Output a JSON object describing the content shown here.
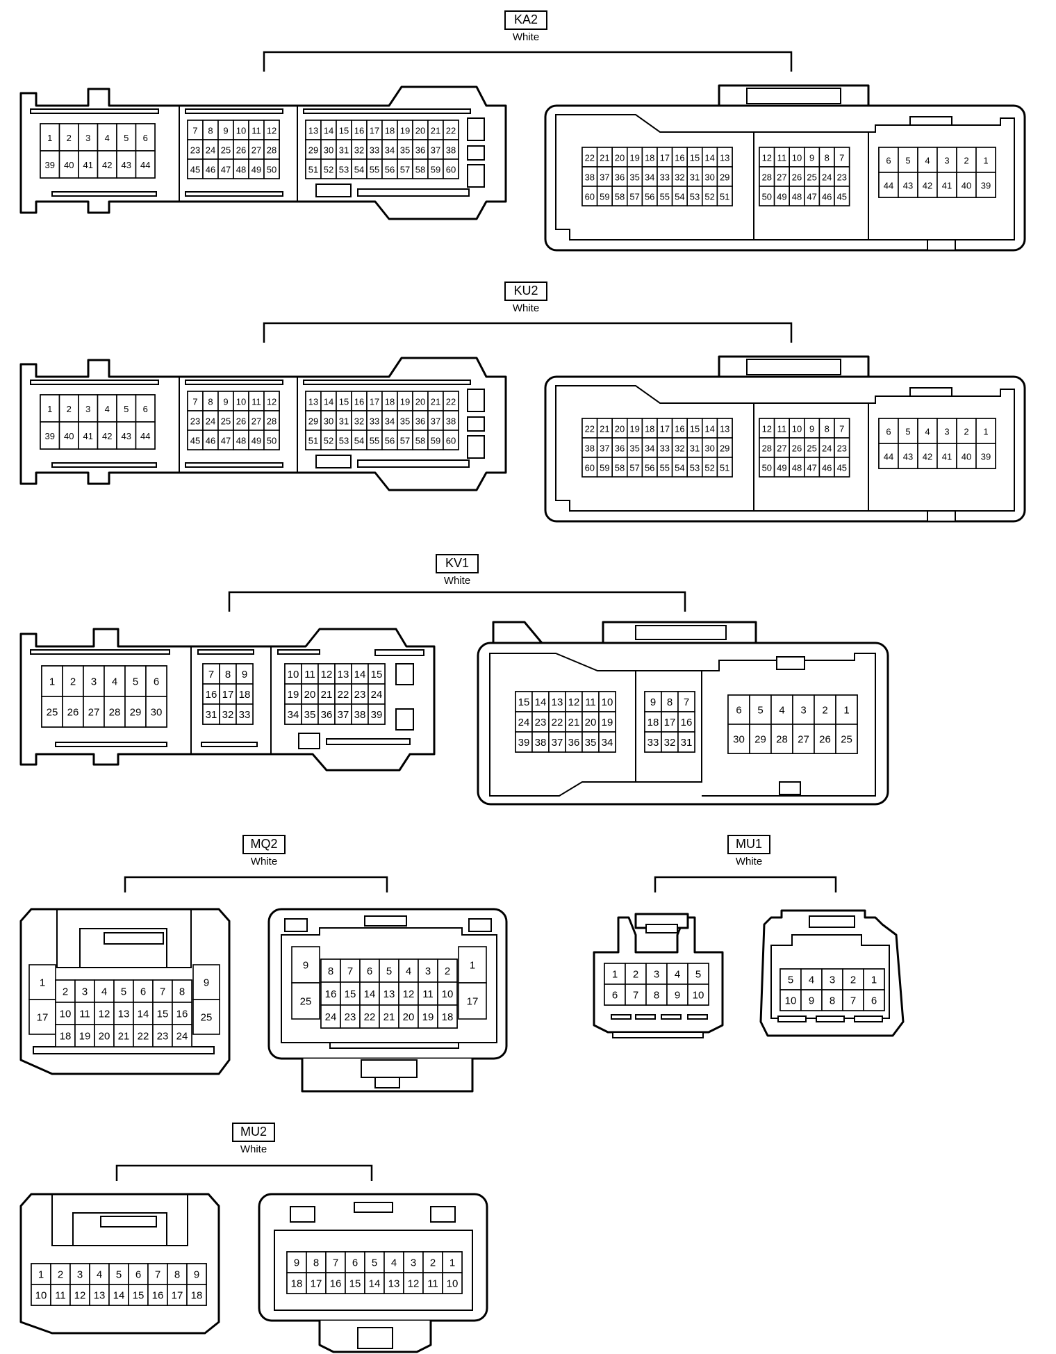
{
  "connectors": [
    {
      "id": "KA2",
      "name": "KA2",
      "color": "White",
      "left": {
        "blocks": [
          {
            "rows": [
              [
                "1",
                "2",
                "3",
                "4",
                "5",
                "6"
              ],
              [
                "39",
                "40",
                "41",
                "42",
                "43",
                "44"
              ]
            ]
          },
          {
            "rows": [
              [
                "7",
                "8",
                "9",
                "10",
                "11",
                "12"
              ],
              [
                "23",
                "24",
                "25",
                "26",
                "27",
                "28"
              ],
              [
                "45",
                "46",
                "47",
                "48",
                "49",
                "50"
              ]
            ]
          },
          {
            "rows": [
              [
                "13",
                "14",
                "15",
                "16",
                "17",
                "18",
                "19",
                "20",
                "21",
                "22"
              ],
              [
                "29",
                "30",
                "31",
                "32",
                "33",
                "34",
                "35",
                "36",
                "37",
                "38"
              ],
              [
                "51",
                "52",
                "53",
                "54",
                "55",
                "56",
                "57",
                "58",
                "59",
                "60"
              ]
            ]
          }
        ]
      },
      "right": {
        "blocks": [
          {
            "rows": [
              [
                "22",
                "21",
                "20",
                "19",
                "18",
                "17",
                "16",
                "15",
                "14",
                "13"
              ],
              [
                "38",
                "37",
                "36",
                "35",
                "34",
                "33",
                "32",
                "31",
                "30",
                "29"
              ],
              [
                "60",
                "59",
                "58",
                "57",
                "56",
                "55",
                "54",
                "53",
                "52",
                "51"
              ]
            ]
          },
          {
            "rows": [
              [
                "12",
                "11",
                "10",
                "9",
                "8",
                "7"
              ],
              [
                "28",
                "27",
                "26",
                "25",
                "24",
                "23"
              ],
              [
                "50",
                "49",
                "48",
                "47",
                "46",
                "45"
              ]
            ]
          },
          {
            "rows": [
              [
                "6",
                "5",
                "4",
                "3",
                "2",
                "1"
              ],
              [
                "44",
                "43",
                "42",
                "41",
                "40",
                "39"
              ]
            ]
          }
        ]
      }
    },
    {
      "id": "KU2",
      "name": "KU2",
      "color": "White",
      "left": {
        "blocks": [
          {
            "rows": [
              [
                "1",
                "2",
                "3",
                "4",
                "5",
                "6"
              ],
              [
                "39",
                "40",
                "41",
                "42",
                "43",
                "44"
              ]
            ]
          },
          {
            "rows": [
              [
                "7",
                "8",
                "9",
                "10",
                "11",
                "12"
              ],
              [
                "23",
                "24",
                "25",
                "26",
                "27",
                "28"
              ],
              [
                "45",
                "46",
                "47",
                "48",
                "49",
                "50"
              ]
            ]
          },
          {
            "rows": [
              [
                "13",
                "14",
                "15",
                "16",
                "17",
                "18",
                "19",
                "20",
                "21",
                "22"
              ],
              [
                "29",
                "30",
                "31",
                "32",
                "33",
                "34",
                "35",
                "36",
                "37",
                "38"
              ],
              [
                "51",
                "52",
                "53",
                "54",
                "55",
                "56",
                "57",
                "58",
                "59",
                "60"
              ]
            ]
          }
        ]
      },
      "right": {
        "blocks": [
          {
            "rows": [
              [
                "22",
                "21",
                "20",
                "19",
                "18",
                "17",
                "16",
                "15",
                "14",
                "13"
              ],
              [
                "38",
                "37",
                "36",
                "35",
                "34",
                "33",
                "32",
                "31",
                "30",
                "29"
              ],
              [
                "60",
                "59",
                "58",
                "57",
                "56",
                "55",
                "54",
                "53",
                "52",
                "51"
              ]
            ]
          },
          {
            "rows": [
              [
                "12",
                "11",
                "10",
                "9",
                "8",
                "7"
              ],
              [
                "28",
                "27",
                "26",
                "25",
                "24",
                "23"
              ],
              [
                "50",
                "49",
                "48",
                "47",
                "46",
                "45"
              ]
            ]
          },
          {
            "rows": [
              [
                "6",
                "5",
                "4",
                "3",
                "2",
                "1"
              ],
              [
                "44",
                "43",
                "42",
                "41",
                "40",
                "39"
              ]
            ]
          }
        ]
      }
    },
    {
      "id": "KV1",
      "name": "KV1",
      "color": "White",
      "left": {
        "blocks": [
          {
            "rows": [
              [
                "1",
                "2",
                "3",
                "4",
                "5",
                "6"
              ],
              [
                "25",
                "26",
                "27",
                "28",
                "29",
                "30"
              ]
            ]
          },
          {
            "rows": [
              [
                "7",
                "8",
                "9"
              ],
              [
                "16",
                "17",
                "18"
              ],
              [
                "31",
                "32",
                "33"
              ]
            ]
          },
          {
            "rows": [
              [
                "10",
                "11",
                "12",
                "13",
                "14",
                "15"
              ],
              [
                "19",
                "20",
                "21",
                "22",
                "23",
                "24"
              ],
              [
                "34",
                "35",
                "36",
                "37",
                "38",
                "39"
              ]
            ]
          }
        ]
      },
      "right": {
        "blocks": [
          {
            "rows": [
              [
                "15",
                "14",
                "13",
                "12",
                "11",
                "10"
              ],
              [
                "24",
                "23",
                "22",
                "21",
                "20",
                "19"
              ],
              [
                "39",
                "38",
                "37",
                "36",
                "35",
                "34"
              ]
            ]
          },
          {
            "rows": [
              [
                "9",
                "8",
                "7"
              ],
              [
                "18",
                "17",
                "16"
              ],
              [
                "33",
                "32",
                "31"
              ]
            ]
          },
          {
            "rows": [
              [
                "6",
                "5",
                "4",
                "3",
                "2",
                "1"
              ],
              [
                "30",
                "29",
                "28",
                "27",
                "26",
                "25"
              ]
            ]
          }
        ]
      }
    },
    {
      "id": "MQ2",
      "name": "MQ2",
      "color": "White",
      "left": {
        "side_left": [
          "1",
          "17"
        ],
        "rows": [
          [
            "2",
            "3",
            "4",
            "5",
            "6",
            "7",
            "8"
          ],
          [
            "10",
            "11",
            "12",
            "13",
            "14",
            "15",
            "16"
          ],
          [
            "18",
            "19",
            "20",
            "21",
            "22",
            "23",
            "24"
          ]
        ],
        "side_right": [
          "9",
          "25"
        ]
      },
      "right": {
        "side_left": [
          "9",
          "25"
        ],
        "rows": [
          [
            "8",
            "7",
            "6",
            "5",
            "4",
            "3",
            "2"
          ],
          [
            "16",
            "15",
            "14",
            "13",
            "12",
            "11",
            "10"
          ],
          [
            "24",
            "23",
            "22",
            "21",
            "20",
            "19",
            "18"
          ]
        ],
        "side_right": [
          "1",
          "17"
        ]
      }
    },
    {
      "id": "MU1",
      "name": "MU1",
      "color": "White",
      "left": {
        "rows": [
          [
            "1",
            "2",
            "3",
            "4",
            "5"
          ],
          [
            "6",
            "7",
            "8",
            "9",
            "10"
          ]
        ]
      },
      "right": {
        "rows": [
          [
            "5",
            "4",
            "3",
            "2",
            "1"
          ],
          [
            "10",
            "9",
            "8",
            "7",
            "6"
          ]
        ]
      }
    },
    {
      "id": "MU2",
      "name": "MU2",
      "color": "White",
      "left": {
        "rows": [
          [
            "1",
            "2",
            "3",
            "4",
            "5",
            "6",
            "7",
            "8",
            "9"
          ],
          [
            "10",
            "11",
            "12",
            "13",
            "14",
            "15",
            "16",
            "17",
            "18"
          ]
        ]
      },
      "right": {
        "rows": [
          [
            "9",
            "8",
            "7",
            "6",
            "5",
            "4",
            "3",
            "2",
            "1"
          ],
          [
            "18",
            "17",
            "16",
            "15",
            "14",
            "13",
            "12",
            "11",
            "10"
          ]
        ]
      }
    }
  ]
}
